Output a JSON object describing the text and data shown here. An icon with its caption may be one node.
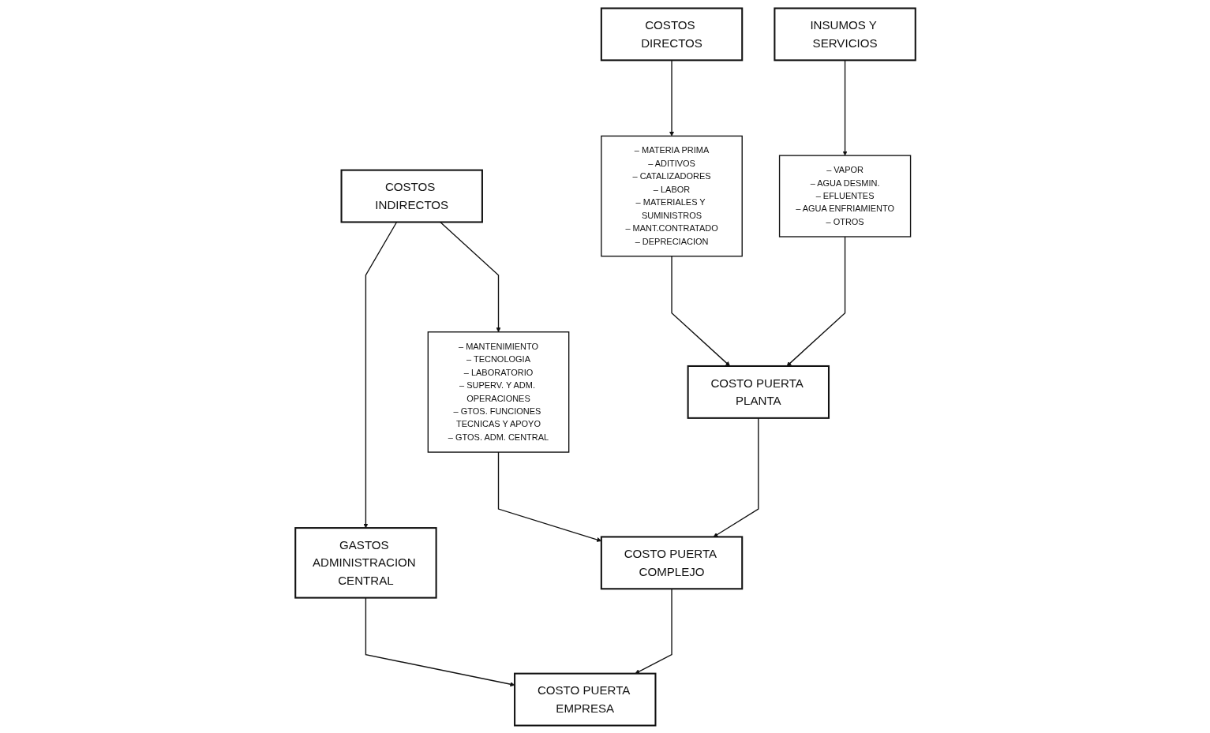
{
  "diagram": {
    "nodes": [
      {
        "text": [
          "COSTOS DIRECTOS"
        ]
      },
      {
        "text": [
          "INSUMOS Y SERVICIOS"
        ]
      },
      {
        "text": [
          "COSTOS INDIRECTOS"
        ]
      },
      {
        "text": [
          "– MATERIA PRIMA",
          "– ADITIVOS",
          "– CATALIZADORES",
          "– LABOR",
          "– MATERIALES Y SUMINISTROS",
          "– MANT.CONTRATADO",
          "– DEPRECIACION"
        ]
      },
      {
        "text": [
          "– VAPOR",
          "– AGUA DESMIN.",
          "– EFLUENTES",
          "– AGUA ENFRIAMIENTO",
          "– OTROS"
        ]
      },
      {
        "text": [
          "– MANTENIMIENTO",
          "– TECNOLOGIA",
          "– LABORATORIO",
          "– SUPERV. Y ADM. OPERACIONES",
          "– GTOS. FUNCIONES TECNICAS Y APOYO",
          "– GTOS. ADM. CENTRAL"
        ]
      },
      {
        "text": [
          "GASTOS ADMINISTRACION CENTRAL"
        ]
      },
      {
        "text": [
          "COSTO PUERTA PLANTA"
        ]
      },
      {
        "text": [
          "COSTO PUERTA COMPLEJO"
        ]
      },
      {
        "text": [
          "COSTO PUERTA EMPRESA"
        ]
      }
    ],
    "edges": [
      {
        "from": 0,
        "to": 3,
        "arrow": "to"
      },
      {
        "from": 1,
        "to": 4,
        "arrow": "to"
      },
      {
        "from": 2,
        "to": 5,
        "arrow": "to"
      },
      {
        "from": 2,
        "to": 6,
        "arrow": "to"
      },
      {
        "from": 3,
        "to": 7,
        "arrow": "to"
      },
      {
        "from": 4,
        "to": 7,
        "arrow": "to"
      },
      {
        "from": 5,
        "to": 8,
        "arrow": "to"
      },
      {
        "from": 6,
        "to": 9,
        "arrow": "to"
      },
      {
        "from": 7,
        "to": 8,
        "arrow": "to"
      },
      {
        "from": 8,
        "to": 9,
        "arrow": "to"
      }
    ]
  }
}
